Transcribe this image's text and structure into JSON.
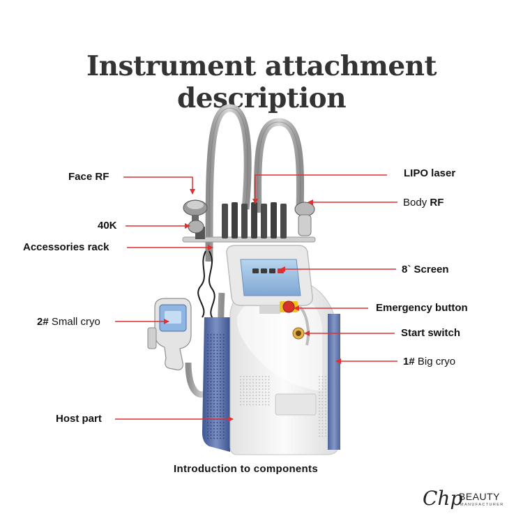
{
  "title": "Instrument attachment description",
  "labels": {
    "face_rf": "Face RF",
    "k40": "40K",
    "accessories_rack": "Accessories rack",
    "small_cryo_num": "2#",
    "small_cryo_text": " Small cryo",
    "host_part": "Host part",
    "lipo_laser": "LIPO laser",
    "body_rf_text": "Body ",
    "body_rf_bold": "RF",
    "screen": "8` Screen",
    "emergency_button": "Emergency button",
    "start_switch": "Start switch",
    "big_cryo_num": "1#",
    "big_cryo_text": " Big cryo"
  },
  "caption": "Introduction to components",
  "logo": {
    "mark": "Chp",
    "brand": "BEAUTY",
    "sub": "MANUFACTURER"
  },
  "colors": {
    "arrow": "#e03030",
    "machine_body": "#f2f2f2",
    "panel_blue": "#5a6fa8",
    "screen_blue": "#9ec3e6",
    "emergency_red": "#d8322b"
  }
}
